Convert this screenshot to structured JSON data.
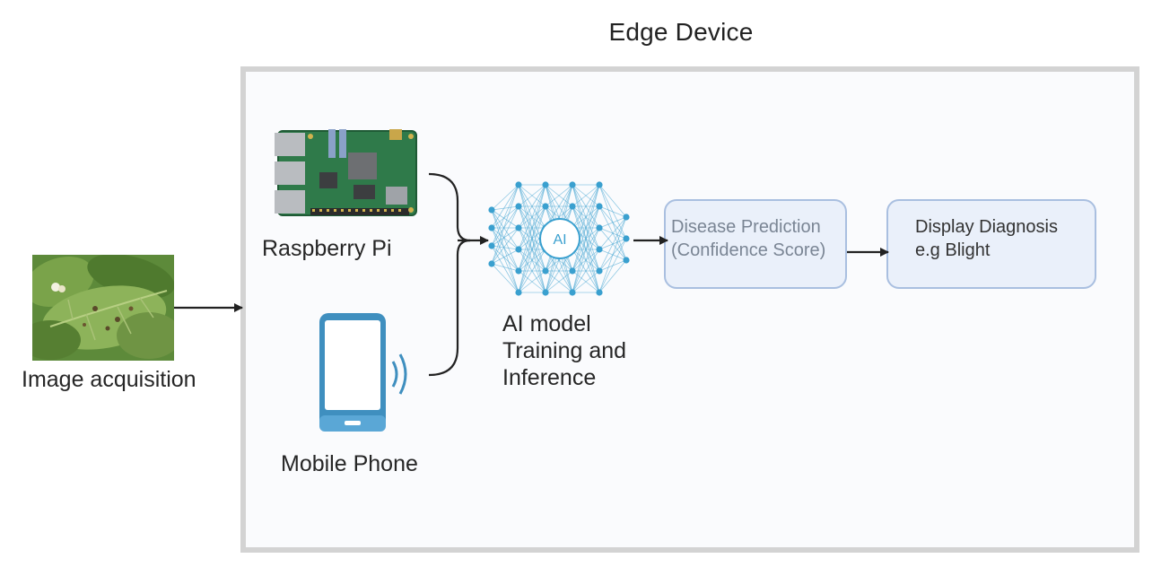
{
  "title": "Edge Device",
  "inputs": {
    "image_label": "Image acquisition",
    "raspberry_label": "Raspberry Pi",
    "mobile_label": "Mobile Phone"
  },
  "model": {
    "label_lines": [
      "AI model",
      "Training and",
      "Inference"
    ],
    "badge": "AI"
  },
  "prediction": {
    "lines": [
      "Disease Prediction",
      "(Confidence Score)"
    ]
  },
  "diagnosis": {
    "lines": [
      "Display Diagnosis",
      "e.g Blight"
    ]
  },
  "colors": {
    "edge_border": "#d3d3d3",
    "box_border": "#a9bfe0",
    "box_fill": "#eaf0fa",
    "network": "#3aa0cf",
    "phone": "#3f8fbf",
    "arrow": "#222222"
  }
}
